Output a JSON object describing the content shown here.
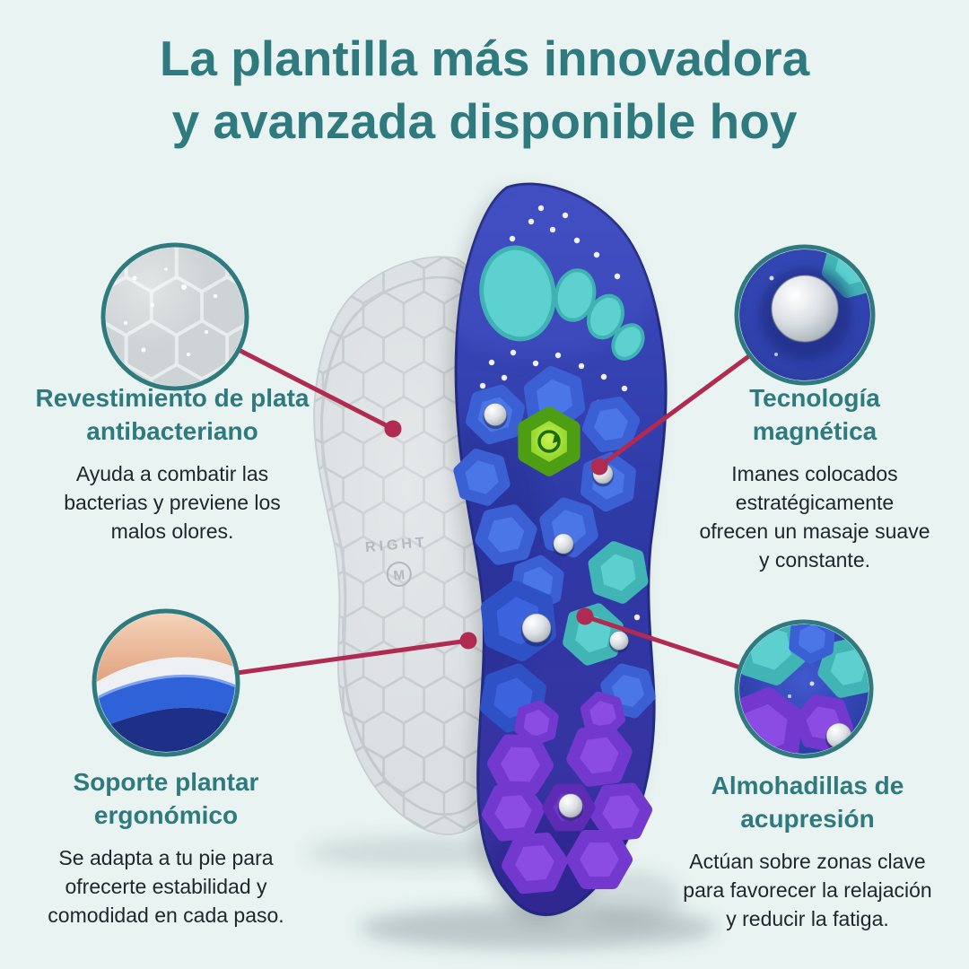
{
  "title": {
    "lines": [
      "La plantilla más innovadora",
      "y avanzada disponible hoy"
    ]
  },
  "callouts": {
    "silver_lining": {
      "image": "silver-hexagon-texture-photo",
      "heading_lines": [
        "Revestimiento de plata",
        "antibacteriano"
      ],
      "body_lines": [
        "Ayuda a combatir las",
        "bacterias y previene los",
        "malos olores."
      ]
    },
    "magnetic": {
      "image": "magnet-closeup-photo",
      "heading_lines": [
        "Tecnología",
        "magnética"
      ],
      "body_lines": [
        "Imanes colocados",
        "estratégicamente",
        "ofrecen un masaje suave",
        "y constante."
      ]
    },
    "arch_support": {
      "image": "arch-support-closeup-photo",
      "heading_lines": [
        "Soporte plantar",
        "ergonómico"
      ],
      "body_lines": [
        "Se adapta a tu pie para",
        "ofrecerte estabilidad y",
        "comodidad en cada paso."
      ]
    },
    "acupressure": {
      "image": "acupressure-pads-closeup-photo",
      "heading_lines": [
        "Almohadillas de",
        "acupresión"
      ],
      "body_lines": [
        "Actúan sobre zonas clave",
        "para favorecer la relajación",
        "y reducir la fatiga."
      ]
    }
  },
  "insole_markings": {
    "side": "RIGHT",
    "size": "M"
  },
  "colors": {
    "background": "#e9f4f2",
    "title_teal": "#2e7a7e",
    "connector_red": "#b12a52",
    "body_text": "#20262b"
  }
}
